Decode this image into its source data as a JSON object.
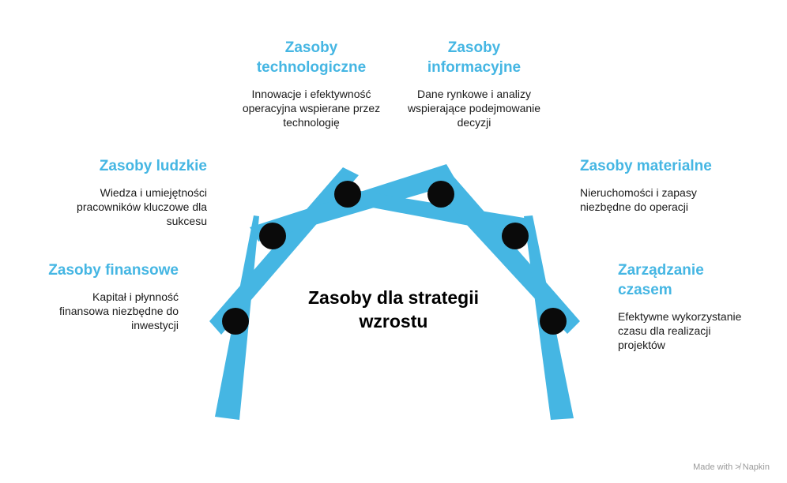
{
  "diagram": {
    "center_title": "Zasoby dla strategii wzrostu",
    "accent_color": "#45b6e3",
    "items": [
      {
        "title": "Zasoby finansowe",
        "description": "Kapitał i płynność finansowa niezbędne do inwestycji"
      },
      {
        "title": "Zasoby ludzkie",
        "description": "Wiedza i umiejętności pracowników kluczowe dla sukcesu"
      },
      {
        "title": "Zasoby technologiczne",
        "description": "Innowacje i efektywność operacyjna wspierane przez technologię"
      },
      {
        "title": "Zasoby informacyjne",
        "description": "Dane rynkowe i analizy wspierające podejmowanie decyzji"
      },
      {
        "title": "Zasoby materialne",
        "description": "Nieruchomości i zapasy niezbędne do operacji"
      },
      {
        "title": "Zarządzanie czasem",
        "description": "Efektywne wykorzystanie czasu dla realizacji projektów"
      }
    ]
  },
  "watermark": "Made with ≯ Napkin"
}
